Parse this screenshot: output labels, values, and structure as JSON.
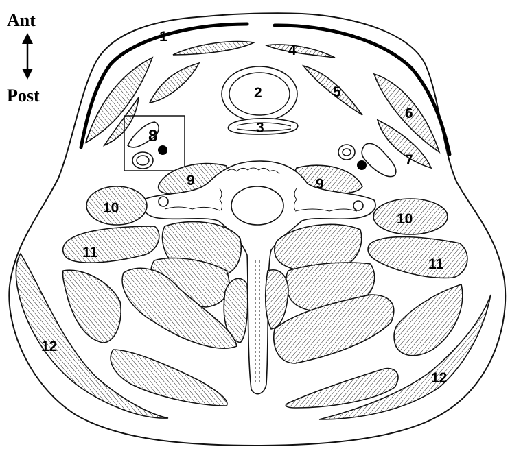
{
  "orientation": {
    "anterior": "Ant",
    "posterior": "Post"
  },
  "labels": {
    "l1": "1",
    "l2": "2",
    "l3": "3",
    "l4": "4",
    "l5": "5",
    "l6": "6",
    "l7": "7",
    "l8": "8",
    "l9a": "9",
    "l9b": "9",
    "l10a": "10",
    "l10b": "10",
    "l11a": "11",
    "l11b": "11",
    "l12a": "12",
    "l12b": "12"
  }
}
